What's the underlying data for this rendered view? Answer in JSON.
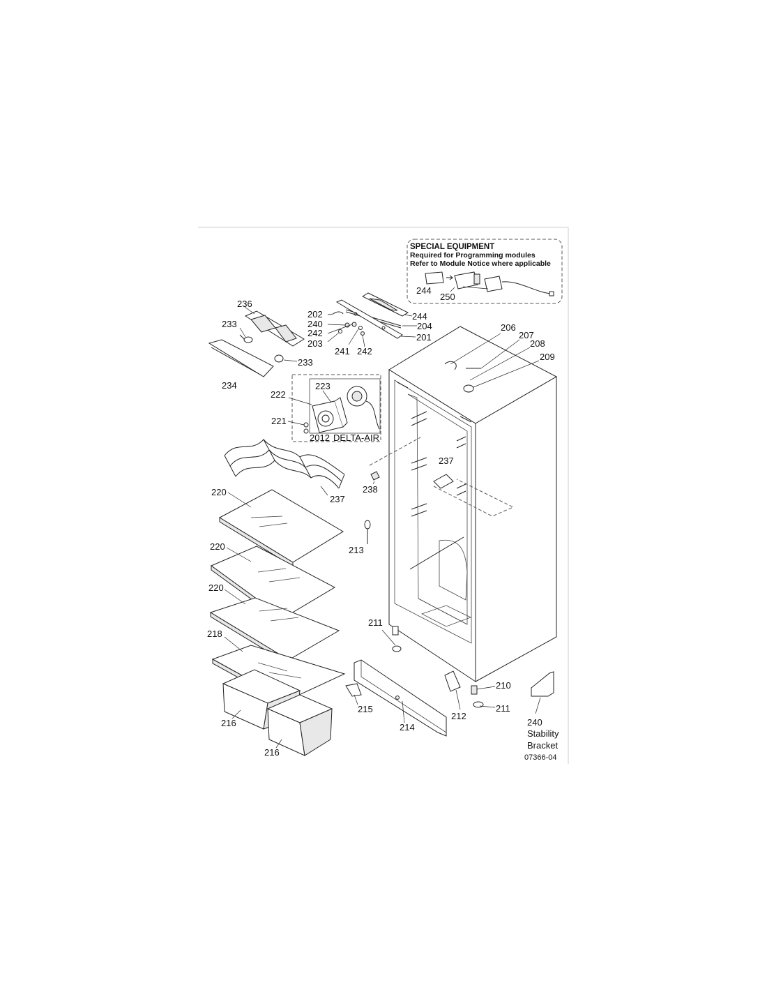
{
  "special_equipment": {
    "title": "SPECIAL EQUIPMENT",
    "line1": "Required for Programming modules",
    "line2": "Refer to Module Notice where applicable"
  },
  "fan_box": {
    "caption_left": "2012",
    "caption_right": "DELTA-AIR"
  },
  "stability_note": [
    "240",
    "Stability",
    "Bracket"
  ],
  "drawing_number": "07366-04",
  "labels": {
    "l244a": "244",
    "l250": "250",
    "l244b": "244",
    "l236": "236",
    "l233a": "233",
    "l233b": "233",
    "l234": "234",
    "l202": "202",
    "l240": "240",
    "l242a": "242",
    "l203": "203",
    "l241": "241",
    "l242b": "242",
    "l204": "204",
    "l201": "201",
    "l206": "206",
    "l207": "207",
    "l208": "208",
    "l209": "209",
    "l222": "222",
    "l223": "223",
    "l221": "221",
    "l237a": "237",
    "l237b": "237",
    "l238": "238",
    "l220a": "220",
    "l220b": "220",
    "l220c": "220",
    "l213": "213",
    "l218": "218",
    "l211a": "211",
    "l211b": "211",
    "l210": "210",
    "l212": "212",
    "l215": "215",
    "l214": "214",
    "l216a": "216",
    "l216b": "216"
  }
}
